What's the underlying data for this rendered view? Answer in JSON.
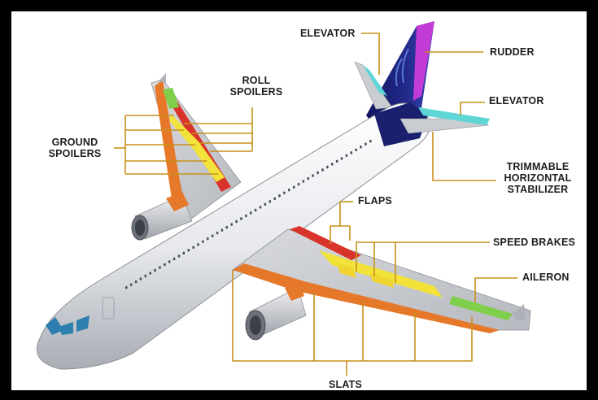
{
  "labels": {
    "elevator_top": "ELEVATOR",
    "rudder": "RUDDER",
    "elevator_right": "ELEVATOR",
    "roll_spoilers_line1": "ROLL",
    "roll_spoilers_line2": "SPOILERS",
    "ground_spoilers_line1": "GROUND",
    "ground_spoilers_line2": "SPOILERS",
    "trimmable_line1": "TRIMMABLE",
    "trimmable_line2": "HORIZONTAL",
    "trimmable_line3": "STABILIZER",
    "flaps": "FLAPS",
    "speed_brakes": "SPEED BRAKES",
    "aileron": "AILERON",
    "slats": "SLATS"
  },
  "colors": {
    "leader_line": "#c7911a",
    "fuselage": "#e9ebee",
    "wing": "#c9ccd1",
    "tail_blue": "#1a1f6e",
    "elevator_cyan": "#5ed6d6",
    "rudder_magenta": "#c23bd6",
    "flap_yellow": "#f2e23a",
    "slat_orange": "#e6782a",
    "spoiler_red": "#d9342b",
    "aileron_green": "#7fcf4a",
    "background": "#ffffff",
    "frame": "#000000"
  }
}
